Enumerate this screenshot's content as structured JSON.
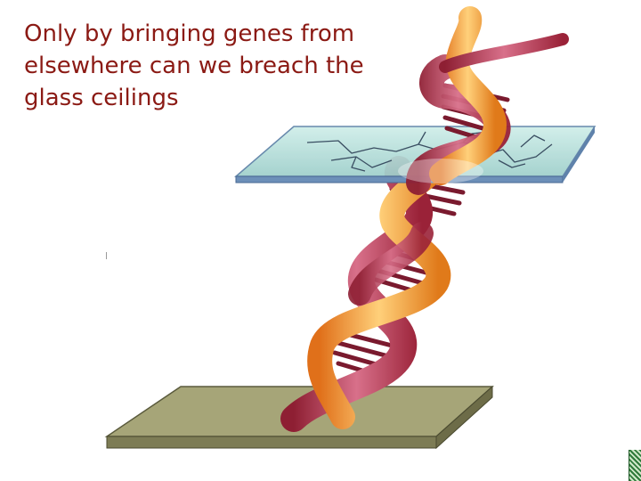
{
  "slide": {
    "caption": "Only by bringing genes from\nelsewhere can we breach the\nglass ceilings"
  },
  "colors": {
    "caption_text": "#8b1a14",
    "glass_plate": "#a9d7d3",
    "glass_edge": "#5b7fa6",
    "floor_plate": "#a5a474",
    "floor_edge": "#56563a",
    "strand_crimson": "#a8273d",
    "strand_orange": "#f09a2c",
    "base_pair": "#7a1a2e"
  },
  "icons": [
    "dna-double-helix-illustration",
    "cracked-glass-ceiling",
    "floor-slab",
    "corner-logo"
  ]
}
